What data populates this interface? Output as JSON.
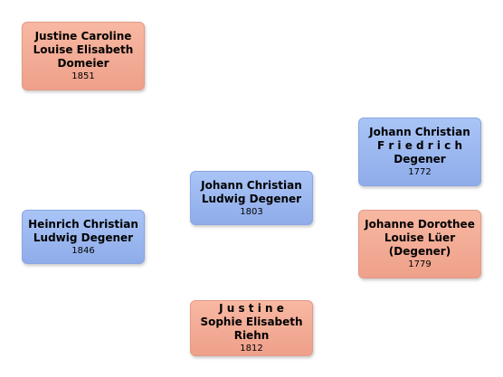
{
  "people": {
    "domeier": {
      "name": "Justine Caroline Louise Elisabeth Domeier",
      "year": "1851",
      "gender": "female"
    },
    "heinrich": {
      "name": "Heinrich Christian Ludwig Degener",
      "year": "1846",
      "gender": "male"
    },
    "johann": {
      "name": "Johann Christian Ludwig Degener",
      "year": "1803",
      "gender": "male"
    },
    "justine": {
      "name": "J u s t i n e Sophie Elisabeth Riehn",
      "year": "1812",
      "gender": "female"
    },
    "friedrich": {
      "name": "Johann Christian F r i e d r i c h Degener",
      "year": "1772",
      "gender": "male"
    },
    "luer": {
      "name": "Johanne Dorothee Louise Lüer (Degener)",
      "year": "1779",
      "gender": "female"
    }
  },
  "colors": {
    "female_fill": "#f3ab95",
    "male_fill": "#9cb8f0"
  }
}
